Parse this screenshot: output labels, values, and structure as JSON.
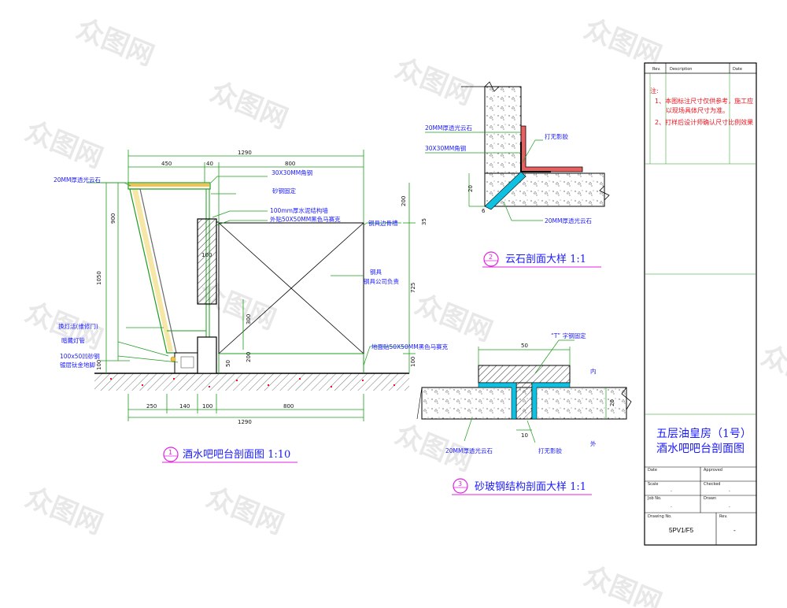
{
  "section1": {
    "title": "酒水吧吧台剖面图 1:10",
    "badge": "1",
    "top_dims": {
      "total": "1290",
      "left": "450",
      "gap": "40",
      "right": "800"
    },
    "bottom_dims": {
      "d1": "250",
      "d2": "140",
      "d3": "100",
      "d4": "800",
      "total": "1290"
    },
    "left_dims": {
      "d1": "900",
      "d2": "1050",
      "d3": "100",
      "d4": "100"
    },
    "inner_dims": {
      "wall": "100",
      "a": "300",
      "b": "200",
      "c": "50"
    },
    "right_dims": {
      "top": "200",
      "a": "35",
      "mid": "725",
      "bot": "100"
    },
    "labels": {
      "stone": "20MM厚透光云石",
      "angle": "30X30MM角钢",
      "fix": "砂钢固定",
      "wall": "100mm厚水泥结构墙",
      "paint": "外贴50X50MM黑色马赛克",
      "edge": "钢具边骨槽",
      "equip_1": "钢具",
      "equip_2": "钢具公司负责",
      "lamp": "换灯活(维修门)",
      "tube": "暗藏灯管",
      "base_1": "100x50凹砂钢",
      "base_2": "镀层钛金地脚",
      "floor": "地面贴50X50MM黑色马赛克"
    }
  },
  "section2": {
    "title": "云石剖面大样 1:1",
    "badge": "2",
    "labels": {
      "stone": "20MM厚透光云石",
      "angle": "30X30MM角钢",
      "glue": "打无影胶",
      "stone2": "20MM厚透光云石"
    },
    "dims": {
      "a": "20",
      "b": "6"
    }
  },
  "section3": {
    "title": "砂玻钢结构剖面大样 1:1",
    "badge": "3",
    "labels": {
      "t_steel": "“T” 字钢固定",
      "inner": "内",
      "outer": "外",
      "stone": "20MM厚透光云石",
      "glue": "打无影胶"
    },
    "dims": {
      "top": "50",
      "right": "20",
      "bottom": "10"
    }
  },
  "title_block": {
    "header": {
      "rev": "Rev.",
      "desc": "Description",
      "date": "Date"
    },
    "note_head": "注:",
    "notes": [
      "1、本图标注尺寸仅供参考，施工应",
      "以现场具体尺寸为准。",
      "2、打样后设计师确认尺寸比例效果"
    ],
    "project_line1": "五层油皇房（1号）",
    "project_line2": "酒水吧吧台剖面图",
    "fields": {
      "date": "Date",
      "approved": "Approved",
      "scale": "Scale",
      "checked": "Checked",
      "jobno": "Job No.",
      "drawn": "Drawn",
      "drawing": "Drawing No.",
      "rev": "Rev."
    },
    "values": {
      "scale": "-",
      "checked": "-",
      "jobno": "-",
      "drawn": "-",
      "drawing_no": "5PV1/F5",
      "rev": "-"
    }
  },
  "watermark": "众图网",
  "colors": {
    "cad_blue": "#1a1aff",
    "cad_green": "#1c9c1c",
    "cad_magenta": "#e020e0",
    "cad_red": "#e8141e",
    "cad_cyan": "#10c0e0"
  }
}
